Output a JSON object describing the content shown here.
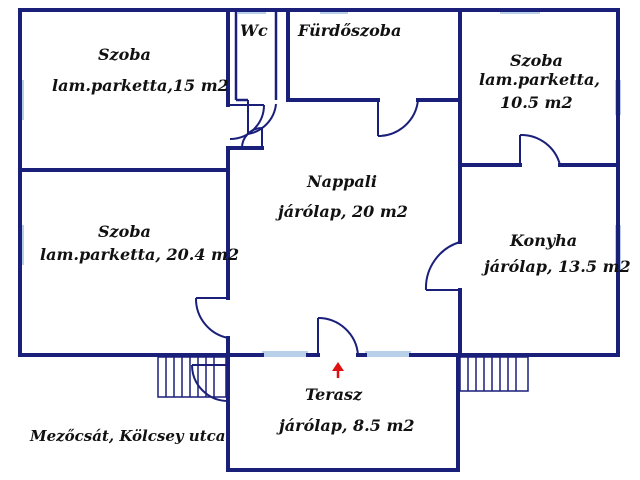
{
  "rooms": [
    {
      "id": "szoba-1",
      "name": "Szoba",
      "detail": "lam.parketta,15 m2"
    },
    {
      "id": "wc",
      "name": "Wc",
      "detail": ""
    },
    {
      "id": "furdoszoba",
      "name": "Fürdőszoba",
      "detail": ""
    },
    {
      "id": "szoba-3",
      "name": "Szoba",
      "detail": "lam.parketta,",
      "detail2": "10.5 m2"
    },
    {
      "id": "nappali",
      "name": "Nappali",
      "detail": "járólap, 20 m2"
    },
    {
      "id": "szoba-2",
      "name": "Szoba",
      "detail": "lam.parketta, 20.4 m2"
    },
    {
      "id": "konyha",
      "name": "Konyha",
      "detail": "járólap, 13.5 m2"
    },
    {
      "id": "terasz",
      "name": "Terasz",
      "detail": "járólap, 8.5 m2"
    }
  ],
  "address": "Mezőcsát, Kölcsey utca",
  "colors": {
    "wall": "#1a1f7a",
    "window": "#b8d0ea",
    "entrance_arrow": "#dd1111"
  },
  "icons": {
    "entrance": "entrance-arrow-icon"
  }
}
